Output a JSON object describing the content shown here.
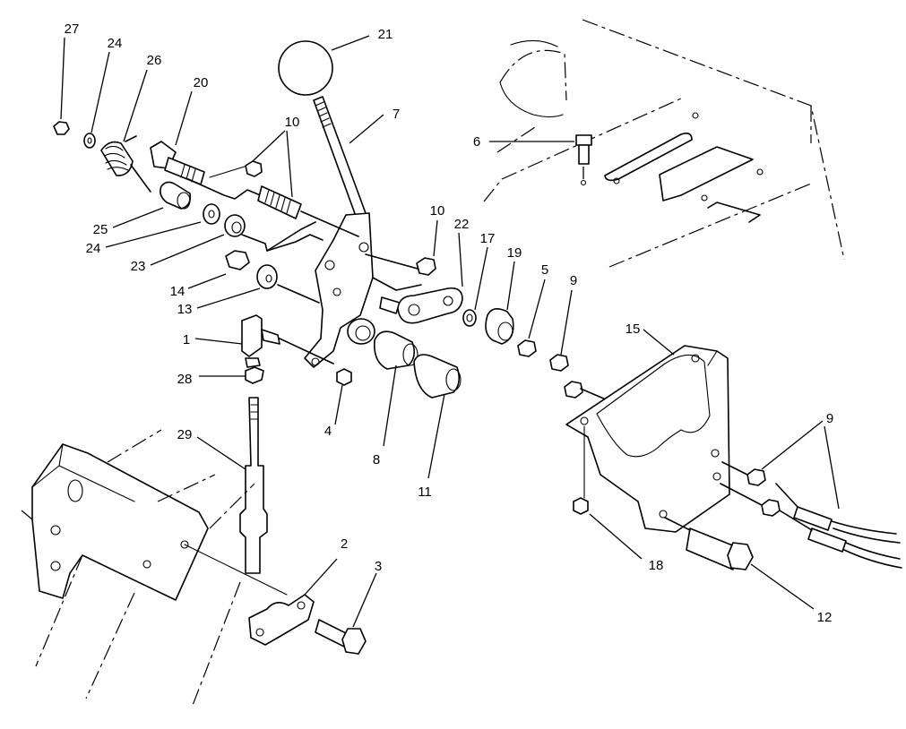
{
  "callouts": [
    {
      "id": "c1",
      "label": "1"
    },
    {
      "id": "c2",
      "label": "2"
    },
    {
      "id": "c3",
      "label": "3"
    },
    {
      "id": "c4",
      "label": "4"
    },
    {
      "id": "c5",
      "label": "5"
    },
    {
      "id": "c6",
      "label": "6"
    },
    {
      "id": "c7",
      "label": "7"
    },
    {
      "id": "c8",
      "label": "8"
    },
    {
      "id": "c9a",
      "label": "9"
    },
    {
      "id": "c9b",
      "label": "9"
    },
    {
      "id": "c10a",
      "label": "10"
    },
    {
      "id": "c10b",
      "label": "10"
    },
    {
      "id": "c11",
      "label": "11"
    },
    {
      "id": "c12",
      "label": "12"
    },
    {
      "id": "c13",
      "label": "13"
    },
    {
      "id": "c14",
      "label": "14"
    },
    {
      "id": "c15",
      "label": "15"
    },
    {
      "id": "c17",
      "label": "17"
    },
    {
      "id": "c18",
      "label": "18"
    },
    {
      "id": "c19",
      "label": "19"
    },
    {
      "id": "c20",
      "label": "20"
    },
    {
      "id": "c21",
      "label": "21"
    },
    {
      "id": "c22",
      "label": "22"
    },
    {
      "id": "c23",
      "label": "23"
    },
    {
      "id": "c24a",
      "label": "24"
    },
    {
      "id": "c24b",
      "label": "24"
    },
    {
      "id": "c25",
      "label": "25"
    },
    {
      "id": "c26",
      "label": "26"
    },
    {
      "id": "c27",
      "label": "27"
    },
    {
      "id": "c28",
      "label": "28"
    },
    {
      "id": "c29",
      "label": "29"
    }
  ]
}
